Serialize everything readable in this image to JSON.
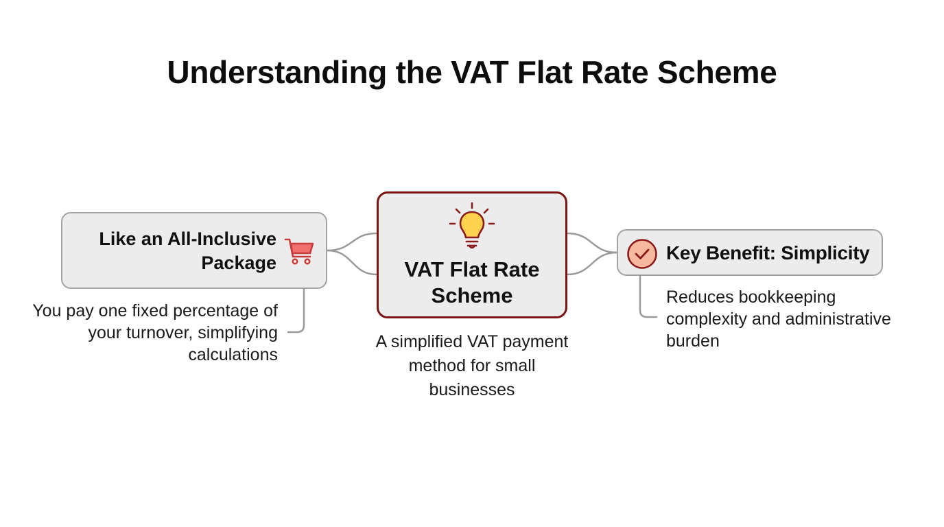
{
  "title": "Understanding the VAT Flat Rate Scheme",
  "nodes": {
    "left": {
      "label": "Like an All-Inclusive Package",
      "description": "You pay one fixed percentage of your turnover, simplifying calculations",
      "icon": "shopping-cart-icon"
    },
    "center": {
      "label": "VAT Flat Rate Scheme",
      "description": "A simplified VAT payment method for small businesses",
      "icon": "lightbulb-icon"
    },
    "right": {
      "label": "Key Benefit: Simplicity",
      "description": "Reduces bookkeeping complexity and administrative burden",
      "icon": "checkmark-circle-icon"
    }
  },
  "colors": {
    "center_border": "#7a1313",
    "node_fill": "#ececec",
    "node_border": "#a3a3a3",
    "connector": "#9a9a9a",
    "accent_red": "#e04a4a",
    "bulb_fill": "#ffd24d",
    "check_fill": "#f7b8a0"
  }
}
